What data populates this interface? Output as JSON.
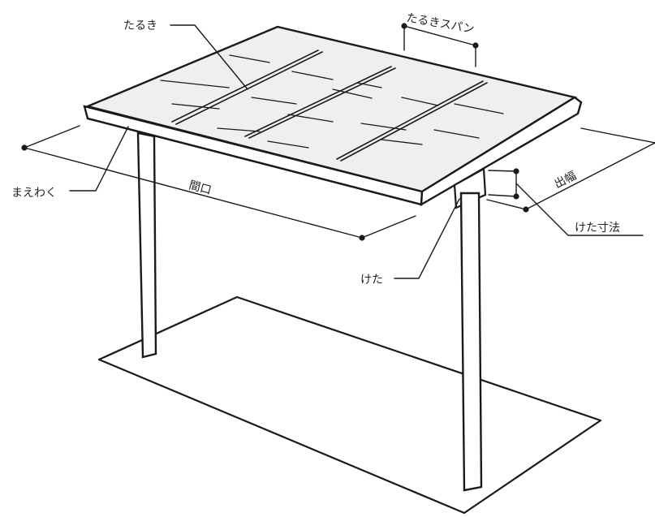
{
  "diagram": {
    "labels": {
      "taruki": "たるき",
      "taruki_span": "たるきスパン",
      "maewaku": "まえわく",
      "maguchi": "間口",
      "dehaba": "出幅",
      "keta_sunpo": "けた寸法",
      "keta": "けた"
    },
    "colors": {
      "ink": "#1a1a1a",
      "panel": "#efefef",
      "paper": "#ffffff"
    }
  }
}
